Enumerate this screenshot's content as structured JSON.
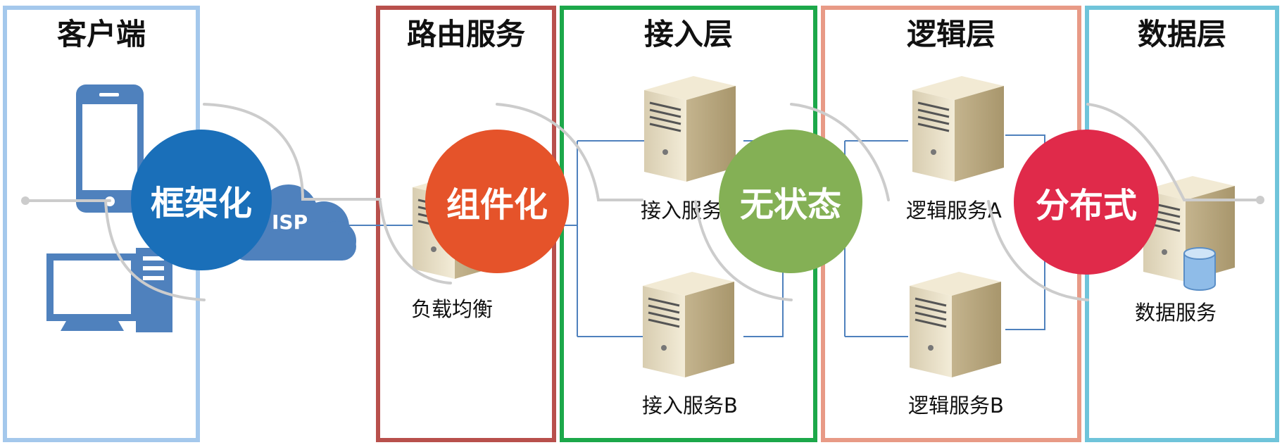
{
  "panels": [
    {
      "title": "客户端",
      "border": "#a4c8ec"
    },
    {
      "title": "路由服务",
      "border": "#b8504c"
    },
    {
      "title": "接入层",
      "border": "#1ca84a"
    },
    {
      "title": "逻辑层",
      "border": "#e89a86"
    },
    {
      "title": "数据层",
      "border": "#6fc4da"
    }
  ],
  "cloud": {
    "label": "ISP",
    "color": "#4f81bd"
  },
  "servers": {
    "load_balancer": "负载均衡",
    "access_a": "接入服务",
    "access_b": "接入服务B",
    "logic_a": "逻辑服务A",
    "logic_b": "逻辑服务B",
    "data": "数据服务"
  },
  "badges": [
    {
      "label": "框架化",
      "color": "#1a6fb9"
    },
    {
      "label": "组件化",
      "color": "#e5532a"
    },
    {
      "label": "无状态",
      "color": "#84b055"
    },
    {
      "label": "分布式",
      "color": "#e02a4a"
    }
  ],
  "icons": {
    "phone": "mobile-phone-icon",
    "desktop": "desktop-computer-icon",
    "server": "server-icon",
    "database": "database-icon"
  },
  "colors": {
    "device_blue": "#4f81bd",
    "connector": "#4f81bd",
    "arc_gray": "#cccccc"
  }
}
